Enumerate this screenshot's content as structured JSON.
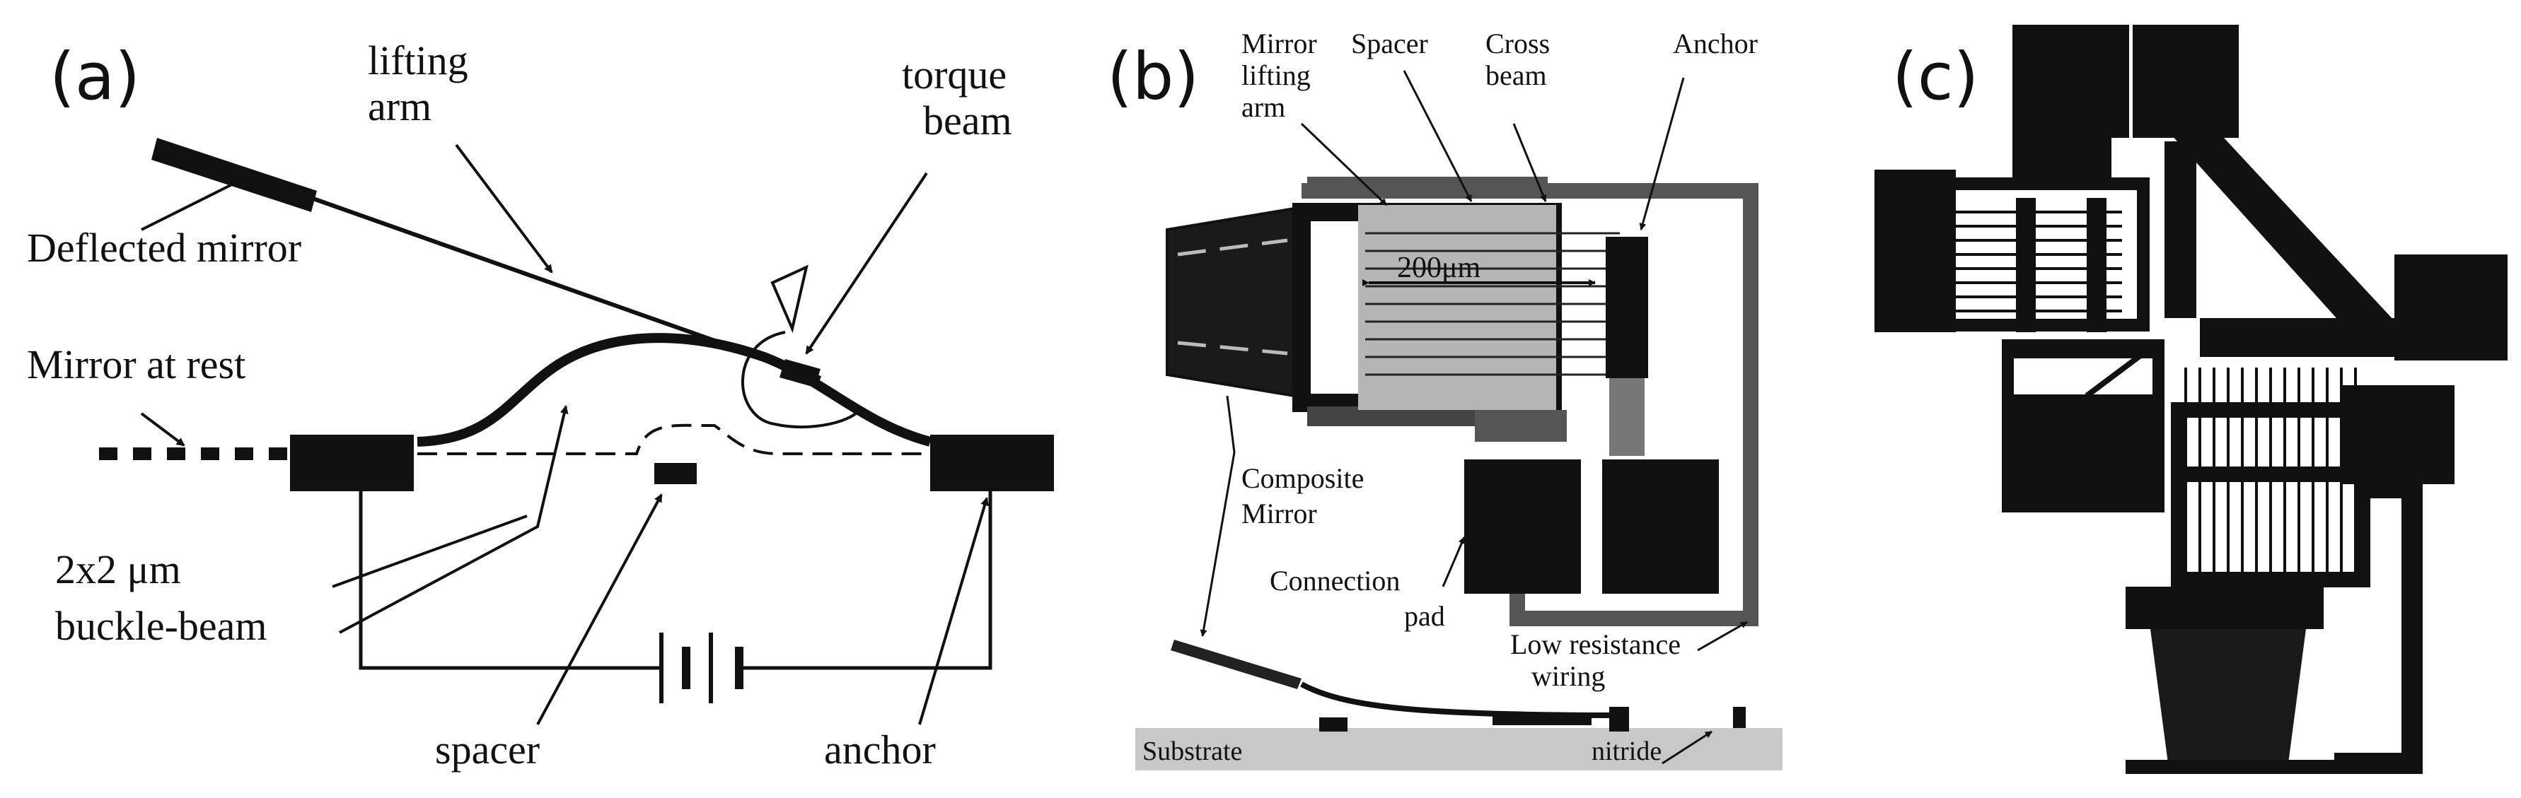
{
  "panels": {
    "a": {
      "tag": "(a)",
      "labels": {
        "lifting_arm_1": "lifting",
        "lifting_arm_2": "arm",
        "torque_beam_1": "torque",
        "torque_beam_2": "beam",
        "deflected_mirror": "Deflected mirror",
        "mirror_at_rest": "Mirror at rest",
        "buckle_beam_1": "2x2 μm",
        "buckle_beam_2": "buckle-beam",
        "spacer": "spacer",
        "anchor": "anchor"
      }
    },
    "b": {
      "tag": "(b)",
      "labels": {
        "mirror_lifting_1": "Mirror",
        "mirror_lifting_2": "lifting",
        "mirror_lifting_3": "arm",
        "spacer": "Spacer",
        "cross_beam_1": "Cross",
        "cross_beam_2": "beam",
        "anchor": "Anchor",
        "dimension": "200μm",
        "composite_mirror_1": "Composite",
        "composite_mirror_2": "Mirror",
        "connection_pad_1": "Connection",
        "connection_pad_2": "pad",
        "low_resistance_1": "Low resistance",
        "low_resistance_2": "wiring",
        "substrate": "Substrate",
        "nitride": "nitride"
      }
    },
    "c": {
      "tag": "(c)"
    }
  },
  "colors": {
    "ink": "#111111",
    "gray_fill": "#9a9a9a",
    "light_gray": "#c8c8c8"
  }
}
